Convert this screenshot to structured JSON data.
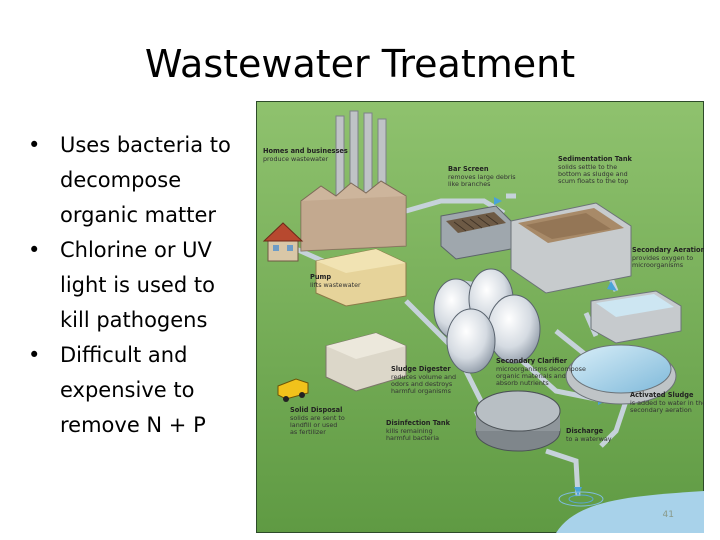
{
  "slide": {
    "title": "Wastewater Treatment",
    "bullets": [
      {
        "marker": "•",
        "text": "Uses bacteria to decompose organic matter"
      },
      {
        "marker": "•",
        "text": "Chlorine or UV light is used to kill pathogens"
      },
      {
        "marker": "•",
        "text": "Difficult and expensive to remove N + P"
      }
    ],
    "page_number": "41"
  },
  "diagram": {
    "labels": {
      "homes": {
        "title": "Homes and businesses",
        "body": [
          "produce wastewater"
        ]
      },
      "bar_screen": {
        "title": "Bar Screen",
        "body": [
          "removes large debris",
          "like branches"
        ]
      },
      "sedimentation": {
        "title": "Sedimentation Tank",
        "body": [
          "solids settle to the",
          "bottom as sludge and",
          "scum floats to the top"
        ]
      },
      "secondary_aeration": {
        "title": "Secondary Aeration",
        "body": [
          "provides oxygen to",
          "microorganisms"
        ]
      },
      "pump": {
        "title": "Pump",
        "body": [
          "lifts wastewater"
        ]
      },
      "sludge_digester": {
        "title": "Sludge Digester",
        "body": [
          "reduces volume and",
          "odors and destroys",
          "harmful organisms"
        ]
      },
      "secondary_clarifier": {
        "title": "Secondary Clarifier",
        "body": [
          "microorganisms decompose",
          "organic materials and",
          "absorb nutrients"
        ]
      },
      "solid_disposal": {
        "title": "Solid Disposal",
        "body": [
          "solids are sent to",
          "landfill or used",
          "as fertilizer"
        ]
      },
      "disinfection": {
        "title": "Disinfection Tank",
        "body": [
          "kills remaining",
          "harmful bacteria"
        ]
      },
      "activated_sludge": {
        "title": "Activated Sludge",
        "body": [
          "is added to water in the",
          "secondary aeration"
        ]
      },
      "discharge": {
        "title": "Discharge",
        "body": [
          "to a waterway"
        ]
      }
    }
  }
}
